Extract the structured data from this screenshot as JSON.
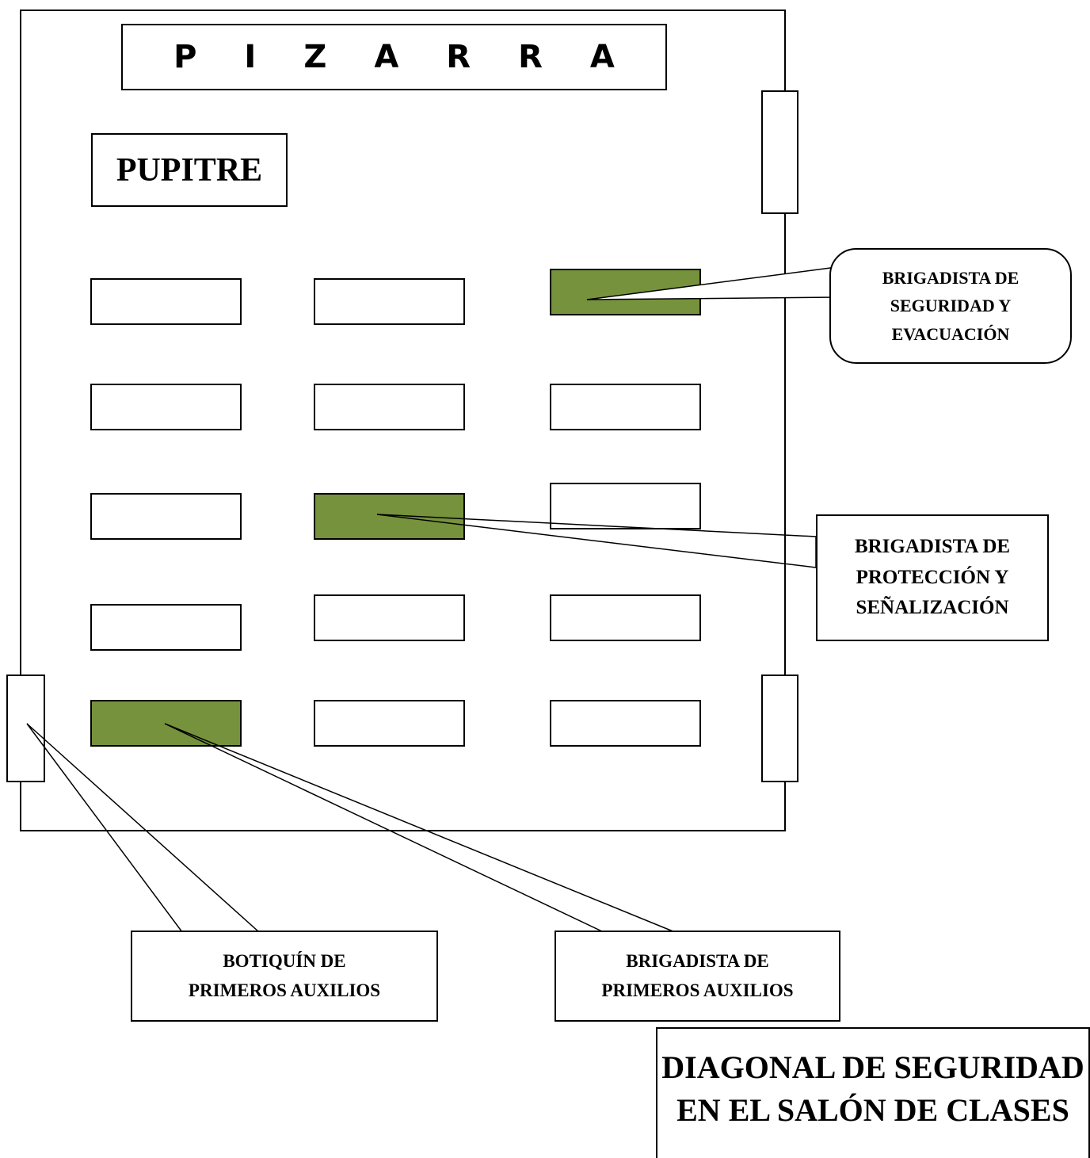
{
  "board": {
    "letters": [
      "P",
      "I",
      "Z",
      "A",
      "R",
      "R",
      "A"
    ]
  },
  "teacher_desk": {
    "label": "PUPITRE"
  },
  "desks": {
    "highlight_color": "#76923c",
    "highlighted": [
      "row1-col3",
      "row3-col2",
      "row5-col1"
    ]
  },
  "callouts": {
    "seguridad": [
      "BRIGADISTA DE",
      "SEGURIDAD Y",
      "EVACUACIÓN"
    ],
    "proteccion": [
      "BRIGADISTA DE",
      "PROTECCIÓN Y",
      "SEÑALIZACIÓN"
    ],
    "botiquin": [
      "BOTIQUÍN DE",
      "PRIMEROS AUXILIOS"
    ],
    "primeros_auxilios": [
      "BRIGADISTA DE",
      "PRIMEROS AUXILIOS"
    ]
  },
  "title": {
    "line1": "DIAGONAL DE SEGURIDAD",
    "line2": "EN EL SALÓN DE CLASES"
  }
}
